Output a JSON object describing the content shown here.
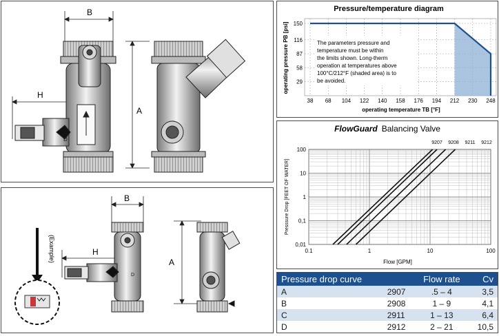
{
  "drawing_top": {
    "label_b": "B",
    "label_h": "H",
    "label_a": "A",
    "label_d": "D"
  },
  "drawing_bottom": {
    "label_b": "B",
    "label_h": "H",
    "label_a": "A",
    "label_d": "D",
    "example_label": "(Example)"
  },
  "pt_diagram": {
    "title": "Pressure/temperature diagram",
    "ylabel": "operating pressure PB [psi]",
    "xlabel": "operating temperature TB [°F]",
    "note": "The parameters pressure and temperature must be within the limits shown. Long-therm operation at temperatures above 100°C/212°F (shaded area) is to be avoided.",
    "note_lines": [
      "The parameters pressure and",
      "temperature must be within",
      "the limits shown. Long-therm",
      "operation at temperatures above",
      "100°C/212°F (shaded area) is to",
      "be avoided."
    ],
    "x_ticks": [
      "38",
      "68",
      "104",
      "122",
      "140",
      "158",
      "176",
      "194",
      "212",
      "230",
      "248"
    ],
    "y_ticks": [
      "150",
      "116",
      "87",
      "58",
      "29"
    ]
  },
  "flow_chart": {
    "title_brand": "FlowGuard",
    "title_rest": "Balancing Valve",
    "ylabel": "Presssure Drop [FEET OF WATER]",
    "xlabel": "Flow  [GPM]",
    "x_ticks": [
      "0.1",
      "1",
      "10",
      "100"
    ],
    "y_ticks": [
      "100",
      "10",
      "1",
      "0,1",
      "0,01"
    ],
    "series_labels": [
      "9207",
      "9208",
      "9211",
      "9212"
    ]
  },
  "chart_data": [
    {
      "type": "line",
      "title": "Pressure/temperature diagram",
      "xlabel": "operating temperature TB [°F]",
      "ylabel": "operating pressure PB [psi]",
      "x_ticks": [
        38,
        68,
        104,
        122,
        140,
        158,
        176,
        194,
        212,
        230,
        248
      ],
      "y_ticks": [
        29,
        58,
        87,
        116,
        150
      ],
      "series": [
        {
          "x": [
            38,
            212,
            248,
            248
          ],
          "y": [
            150,
            150,
            87,
            0
          ]
        }
      ],
      "shaded_region": {
        "x_from": 212,
        "x_to": 248
      }
    },
    {
      "type": "line",
      "title": "FlowGuard Balancing Valve",
      "xlabel": "Flow  [GPM]",
      "ylabel": "Presssure Drop [FEET OF WATER]",
      "x_scale": "log",
      "y_scale": "log",
      "xlim": [
        0.1,
        100
      ],
      "ylim": [
        0.01,
        100
      ],
      "grid": true,
      "series": [
        {
          "name": "9207",
          "x": [
            0.25,
            11
          ],
          "y": [
            0.01,
            100
          ]
        },
        {
          "name": "9208",
          "x": [
            0.3,
            13
          ],
          "y": [
            0.01,
            100
          ]
        },
        {
          "name": "9211",
          "x": [
            0.42,
            18
          ],
          "y": [
            0.01,
            100
          ]
        },
        {
          "name": "9212",
          "x": [
            0.6,
            26
          ],
          "y": [
            0.01,
            100
          ]
        }
      ]
    }
  ],
  "table": {
    "headers": [
      "Pressure drop curve",
      "Flow rate",
      "Cv"
    ],
    "rows": [
      {
        "letter": "A",
        "code": "2907",
        "flow": ".5 – 4",
        "cv": "3,5"
      },
      {
        "letter": "B",
        "code": "2908",
        "flow": "1 – 9",
        "cv": "4,1"
      },
      {
        "letter": "C",
        "code": "2911",
        "flow": "1 – 13",
        "cv": "6,4"
      },
      {
        "letter": "D",
        "code": "2912",
        "flow": "2 – 21",
        "cv": "10,5"
      }
    ]
  },
  "colors": {
    "blue": "#1e4f8f",
    "shade": "#8fb0d6",
    "row_tint": "#d7e2f0"
  }
}
